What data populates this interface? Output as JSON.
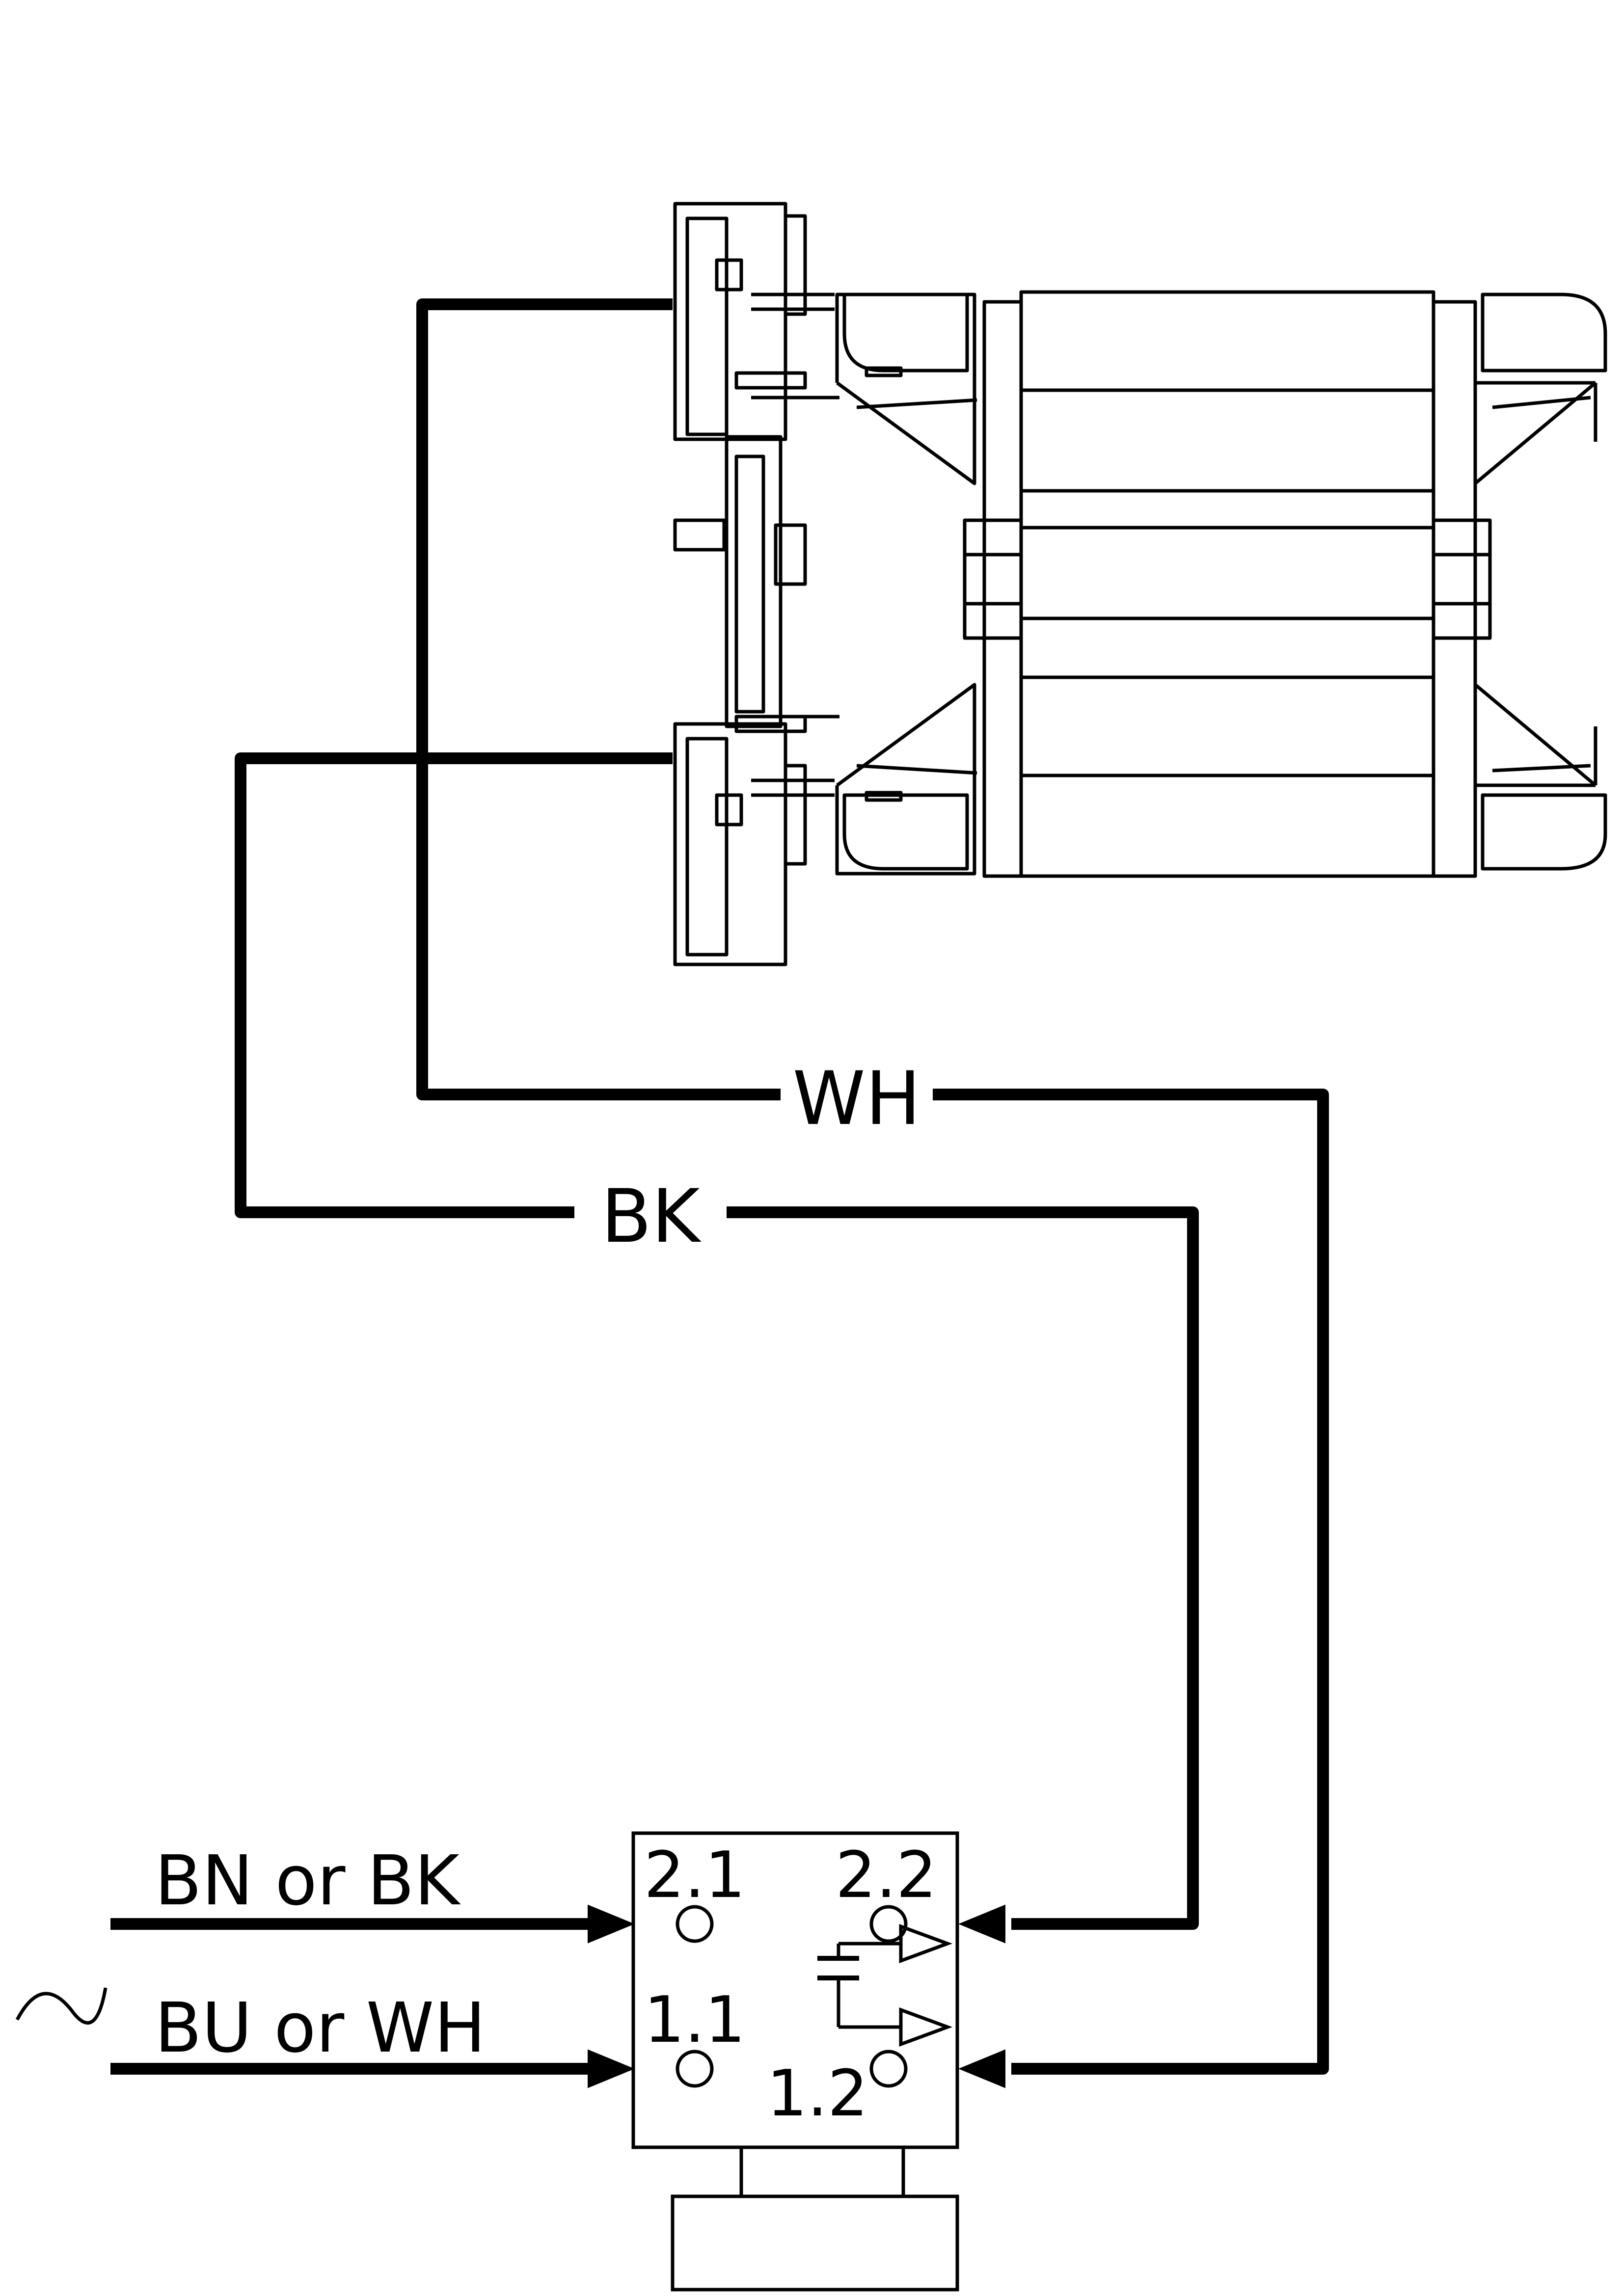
{
  "colors": {
    "ink": "#000000",
    "paper": "#ffffff"
  },
  "wires": {
    "white": {
      "label": "WH"
    },
    "black": {
      "label": "BK"
    }
  },
  "supply": {
    "line_label": "BN or BK",
    "neutral_label": "BU or WH",
    "ac_symbol": "~"
  },
  "terminal_block": {
    "terminals": {
      "t2_1": "2.1",
      "t2_2": "2.2",
      "t1_1": "1.1",
      "t1_2": "1.2"
    },
    "capacitor_icon": "capacitor-icon"
  },
  "motor": {
    "icon": "motor-stator-icon"
  }
}
